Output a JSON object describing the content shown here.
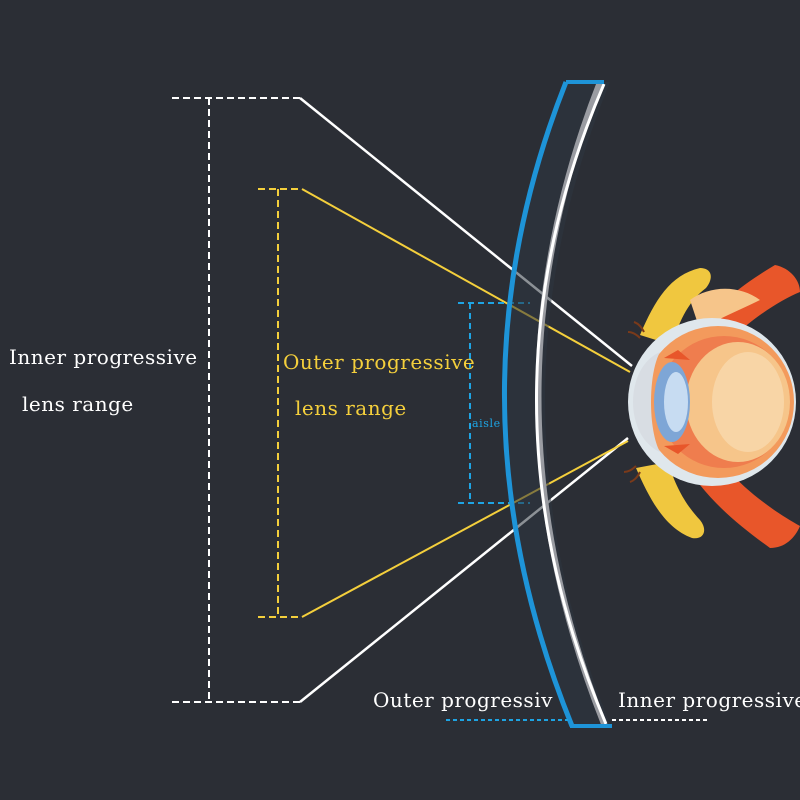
{
  "labels": {
    "inner_range_line1": "Inner progressive",
    "inner_range_line2": "lens range",
    "outer_range_line1": "Outer progressive",
    "outer_range_line2": "lens range",
    "aisle": "aisle",
    "outer_bottom": "Outer progressiv",
    "inner_bottom": "Inner progressive"
  },
  "colors": {
    "background": "#2b2e35",
    "inner_range": "#ffffff",
    "outer_range": "#f4cf3c",
    "aisle": "#1ea4e3",
    "outer_lens_surface": "#1e94d8",
    "inner_lens_surface": "#ffffff",
    "lens_edge": "#9a9ca2",
    "iris": "#7ea6d6",
    "cornea": "#d8dde3",
    "eye_flesh": "#f39a5c",
    "eye_inner": "#f6c58a",
    "eyelid": "#f0c73f",
    "muscle": "#e8562a"
  },
  "icons": [
    "eye-illustration"
  ]
}
